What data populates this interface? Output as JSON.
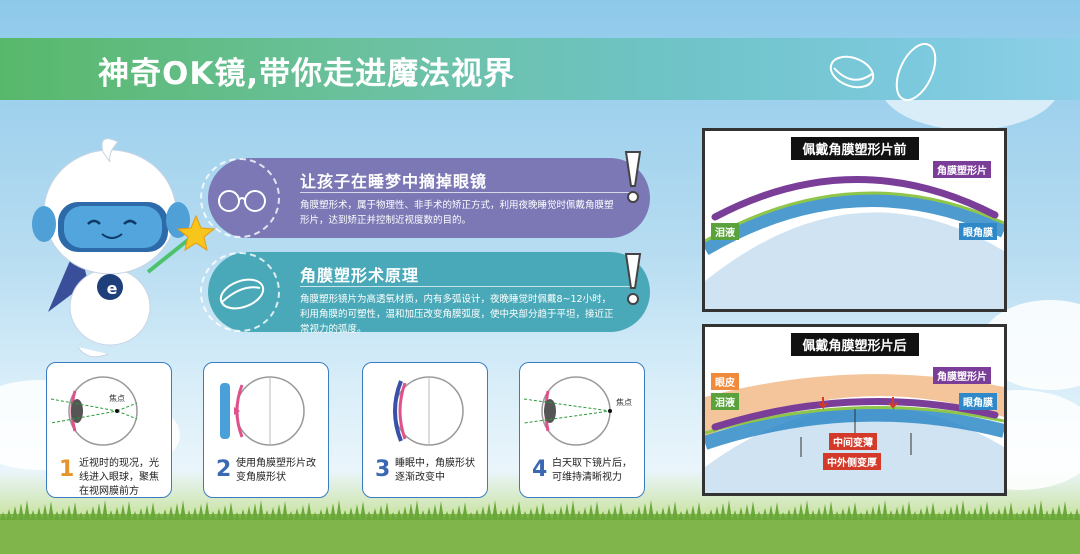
{
  "banner": {
    "title": "神奇OK镜,带你走进魔法视界"
  },
  "mascot": {
    "badge": "e"
  },
  "card1": {
    "title": "让孩子在睡梦中摘掉眼镜",
    "text": "角膜塑形术，属于物理性、非手术的矫正方式，利用夜晚睡觉时佩戴角膜塑形片，达到矫正并控制近视度数的目的。"
  },
  "card2": {
    "title": "角膜塑形术原理",
    "text": "角膜塑形镜片为高透氧材质，内有多弧设计，夜晚睡觉时佩戴8~12小时，利用角膜的可塑性，温和加压改变角膜弧度，使中央部分趋于平坦，接近正常视力的弧度。"
  },
  "steps": [
    {
      "num": "1",
      "text": "近视时的现况，光线进入眼球，聚焦在视网膜前方",
      "focus": "焦点"
    },
    {
      "num": "2",
      "text": "使用角膜塑形片改变角膜形状"
    },
    {
      "num": "3",
      "text": "睡眠中，角膜形状逐渐改变中"
    },
    {
      "num": "4",
      "text": "白天取下镜片后，可维持清晰视力",
      "focus": "焦点"
    }
  ],
  "diagram_before": {
    "title": "佩戴角膜塑形片前",
    "label_lens": "角膜塑形片",
    "label_tear": "泪液",
    "label_cornea": "眼角膜"
  },
  "diagram_after": {
    "title": "佩戴角膜塑形片后",
    "label_eyelid": "眼皮",
    "label_lens": "角膜塑形片",
    "label_tear": "泪液",
    "label_cornea": "眼角膜",
    "label_center": "中间变薄",
    "label_mid": "中外侧变厚"
  },
  "colors": {
    "purple": "#7b78b5",
    "teal": "#4aa9b8",
    "orange": "#e5952c",
    "step_blue": "#3a68b2"
  }
}
